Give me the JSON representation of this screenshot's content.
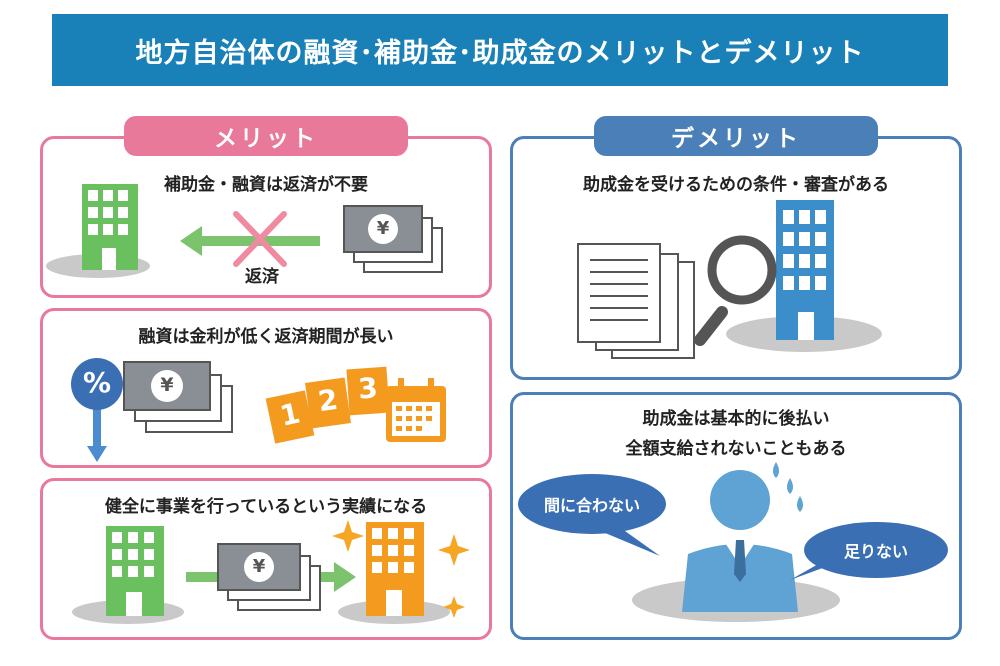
{
  "title": "地方自治体の融資･補助金･助成金のメリットとデメリット",
  "merit": {
    "label": "メリット",
    "items": [
      {
        "caption": "補助金・融資は返済が不要",
        "sub_label": "返済"
      },
      {
        "caption": "融資は金利が低く返済期間が長い",
        "percent": "%",
        "numbers": [
          "1",
          "2",
          "3"
        ]
      },
      {
        "caption": "健全に事業を行っているという実績になる"
      }
    ]
  },
  "demerit": {
    "label": "デメリット",
    "items": [
      {
        "caption": "助成金を受けるための条件・審査がある"
      },
      {
        "caption_lines": [
          "助成金は基本的に後払い",
          "全額支給されないこともある"
        ],
        "bubbles": [
          "間に合わない",
          "足りない"
        ]
      }
    ]
  },
  "yen_symbol": "¥",
  "colors": {
    "title_bg": "#1a80b8",
    "merit": "#e8799a",
    "demerit": "#4a7fb8",
    "building_green": "#6abf5e",
    "building_orange": "#f39a1f",
    "building_blue": "#3b8ec9",
    "person": "#5ea3d4",
    "bubble": "#3a6fb3",
    "arrow_green": "#7cc36e",
    "arrow_blue": "#4a8ccf",
    "cross": "#f08aa0",
    "sparkle": "#f5a623"
  },
  "icons": [
    "building-icon",
    "banknote-icon",
    "cross-icon",
    "arrow-icon",
    "percent-icon",
    "calendar-icon",
    "document-icon",
    "magnifier-icon",
    "person-icon",
    "sparkle-icon",
    "sweat-drop-icon"
  ]
}
